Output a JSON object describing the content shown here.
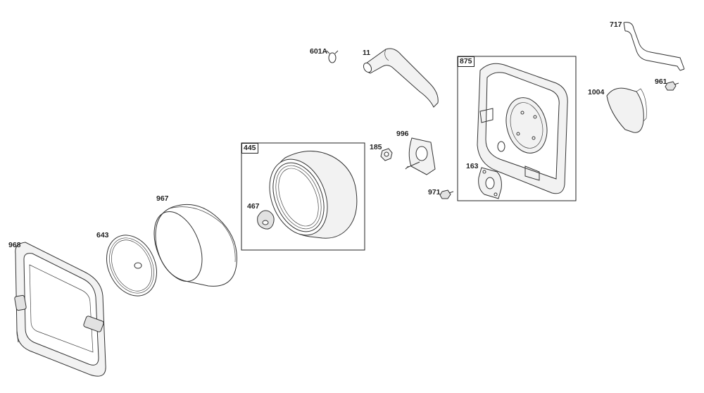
{
  "parts": {
    "p717": "717",
    "p601A": "601A",
    "p11": "11",
    "p875": "875",
    "p961": "961",
    "p1004": "1004",
    "p996": "996",
    "p185": "185",
    "p445": "445",
    "p163": "163",
    "p971": "971",
    "p967": "967",
    "p467": "467",
    "p643": "643",
    "p968": "968"
  },
  "colors": {
    "line": "#333333",
    "fill": "#f2f2f2",
    "background": "#ffffff"
  }
}
